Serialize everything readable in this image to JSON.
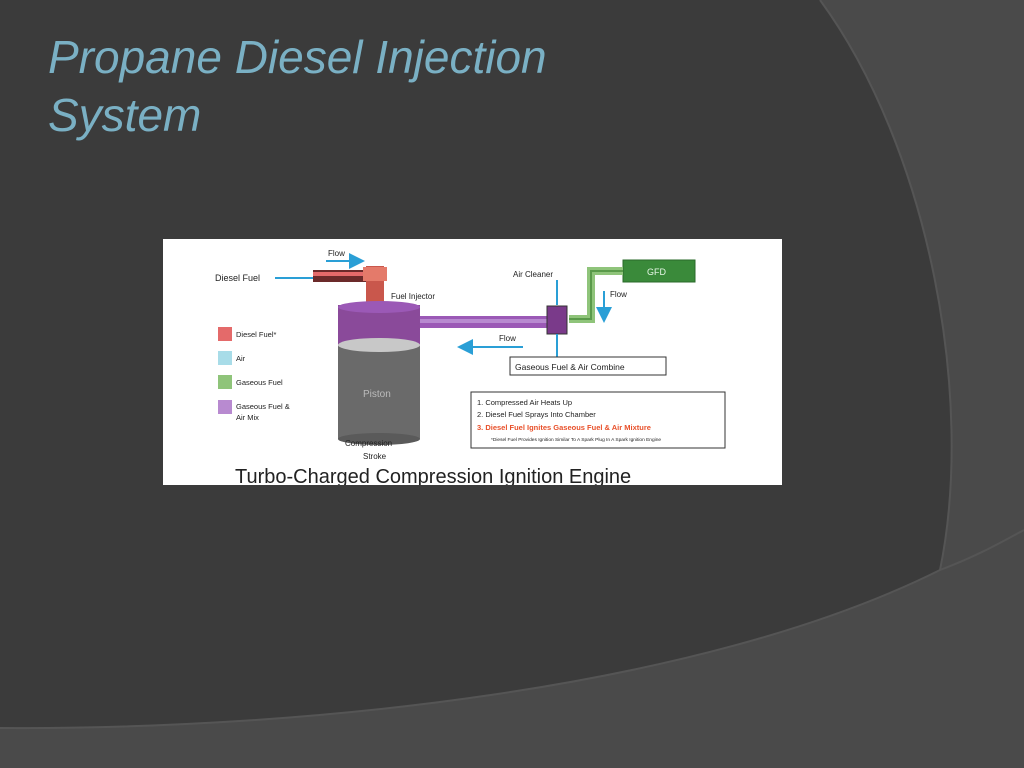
{
  "slide": {
    "title_line1": "Propane Diesel Injection",
    "title_line2": "System"
  },
  "diagram": {
    "labels": {
      "flow_top": "Flow",
      "diesel_fuel": "Diesel Fuel",
      "fuel_injector": "Fuel Injector",
      "air_cleaner": "Air Cleaner",
      "gfd": "GFD",
      "flow_right": "Flow",
      "flow_middle": "Flow",
      "gaseous_combine": "Gaseous Fuel & Air Combine",
      "piston": "Piston",
      "compression": "Compression",
      "stroke": "Stroke",
      "caption": "Turbo-Charged Compression Ignition Engine"
    },
    "legend": [
      {
        "label": "Diesel Fuel*",
        "color": "#e46a6a"
      },
      {
        "label": "Air",
        "color": "#a8dce8"
      },
      {
        "label": "Gaseous Fuel",
        "color": "#8fc47a"
      },
      {
        "label": "Gaseous Fuel &",
        "label2": "Air Mix",
        "color": "#b88ad0"
      }
    ],
    "steps": {
      "step1": "1. Compressed Air Heats Up",
      "step2": "2. Diesel Fuel Sprays Into Chamber",
      "step3": "3. Diesel Fuel Ignites Gaseous Fuel & Air Mixture",
      "footnote": "*Diesel Fuel Provides Ignition Similar To A Spark Plug In A Spark Ignition Engine"
    },
    "colors": {
      "diesel": "#e46a6a",
      "air": "#a8dce8",
      "gaseous": "#8fc47a",
      "mix": "#9b59b6",
      "arrow": "#2a9fd6",
      "highlight": "#e8502a"
    }
  }
}
